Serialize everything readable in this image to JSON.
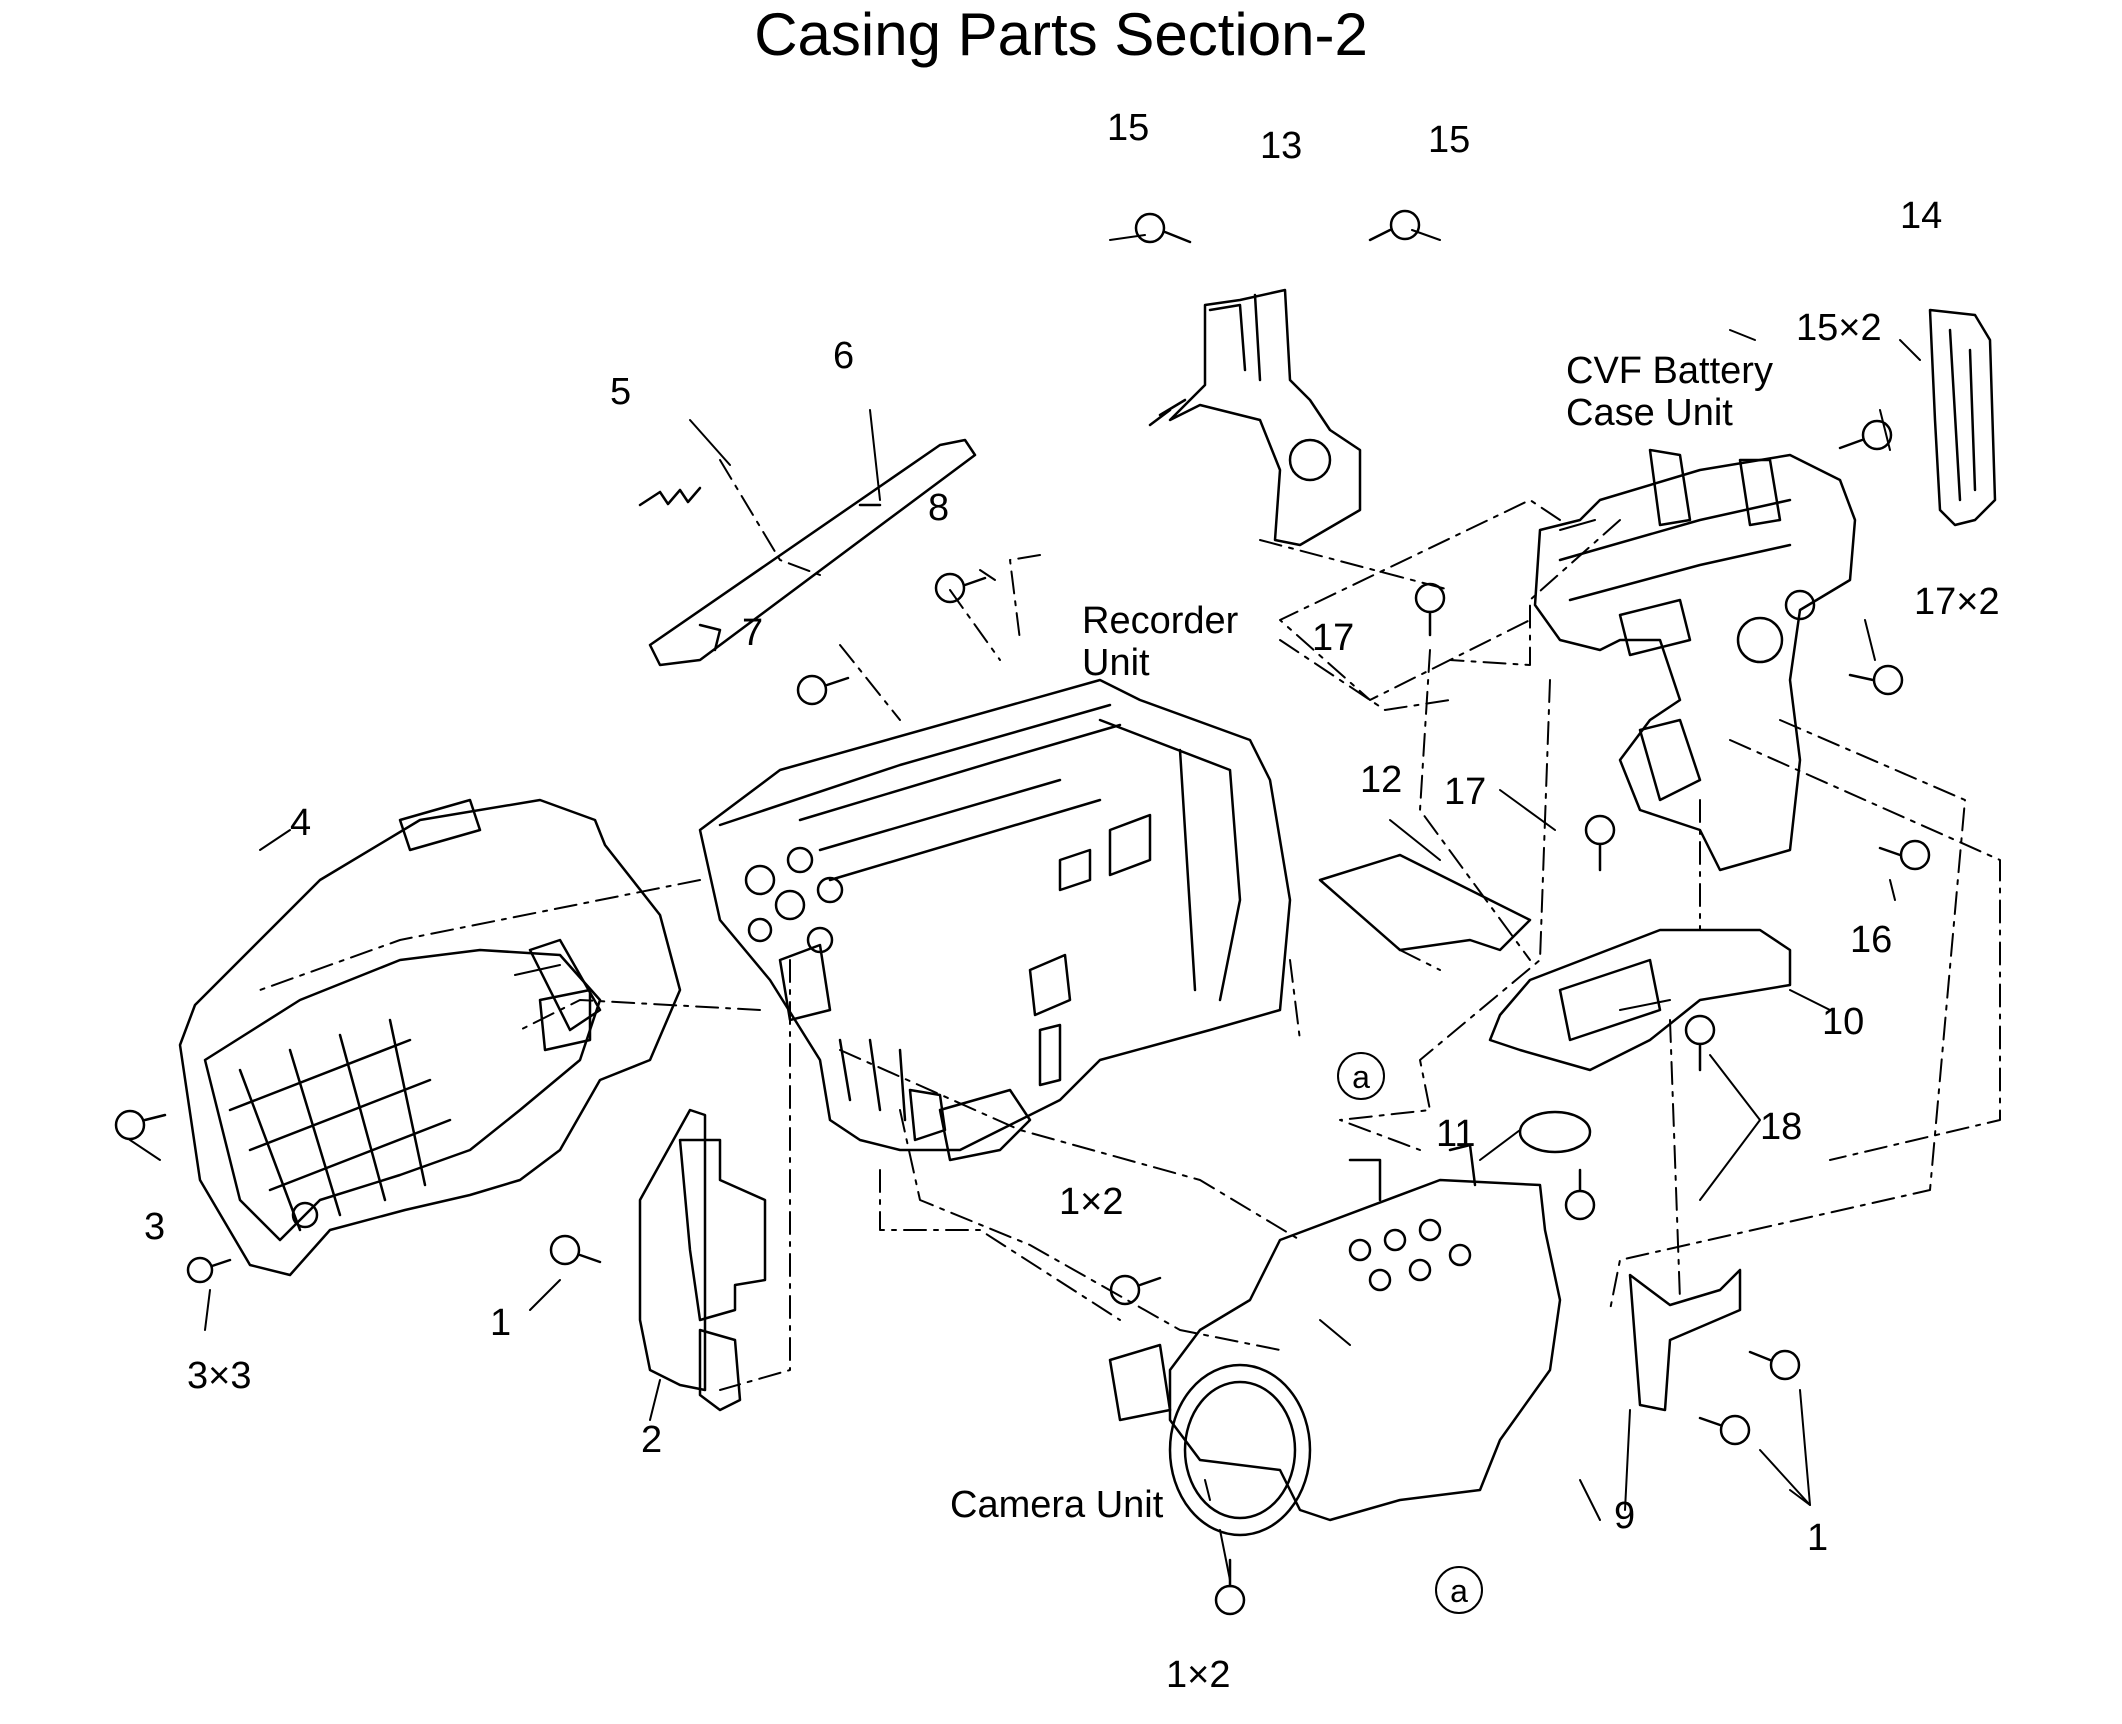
{
  "title": "Casing Parts Section-2",
  "units": {
    "recorder": "Recorder\nUnit",
    "cvf": "CVF Battery\nCase Unit",
    "camera": "Camera Unit"
  },
  "callouts": {
    "c1": "1",
    "c1x2_mid": "1×2",
    "c1x2_bottom": "1×2",
    "c1_right": "1",
    "c2": "2",
    "c3": "3",
    "c3x3": "3×3",
    "c4": "4",
    "c5": "5",
    "c6": "6",
    "c7": "7",
    "c8": "8",
    "c9": "9",
    "c10": "10",
    "c11": "11",
    "c12": "12",
    "c13": "13",
    "c14": "14",
    "c15_left": "15",
    "c15_right": "15",
    "c15x2": "15×2",
    "c16": "16",
    "c17_top": "17",
    "c17_mid": "17",
    "c17x2": "17×2",
    "c18": "18",
    "ref_a_top": "a",
    "ref_a_bottom": "a"
  }
}
